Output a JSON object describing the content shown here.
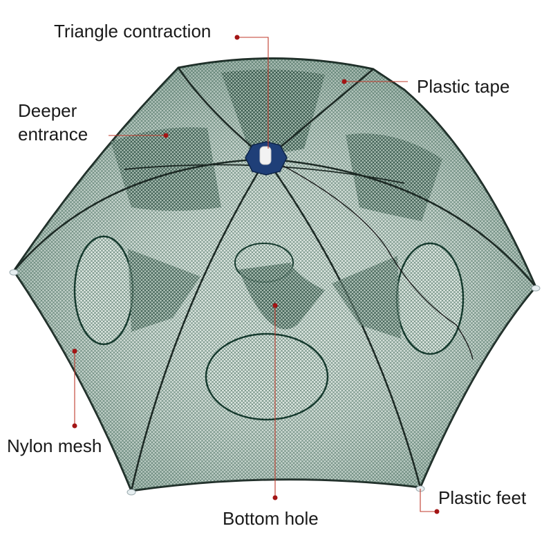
{
  "labels": {
    "triangle_contraction": "Triangle contraction",
    "plastic_tape": "Plastic tape",
    "deeper_entrance": "Deeper\nentrance",
    "nylon_mesh": "Nylon mesh",
    "bottom_hole": "Bottom hole",
    "plastic_feet": "Plastic feet"
  },
  "colors": {
    "mesh": "#2f5a4a",
    "mesh_dark": "#163a2e",
    "frame": "#1d2a25",
    "hub_cap": "#1f3f78",
    "leader_line": "#c0392b",
    "leader_dot": "#a31515"
  },
  "icons": {
    "product": "hexagonal-fishing-trap-net"
  }
}
